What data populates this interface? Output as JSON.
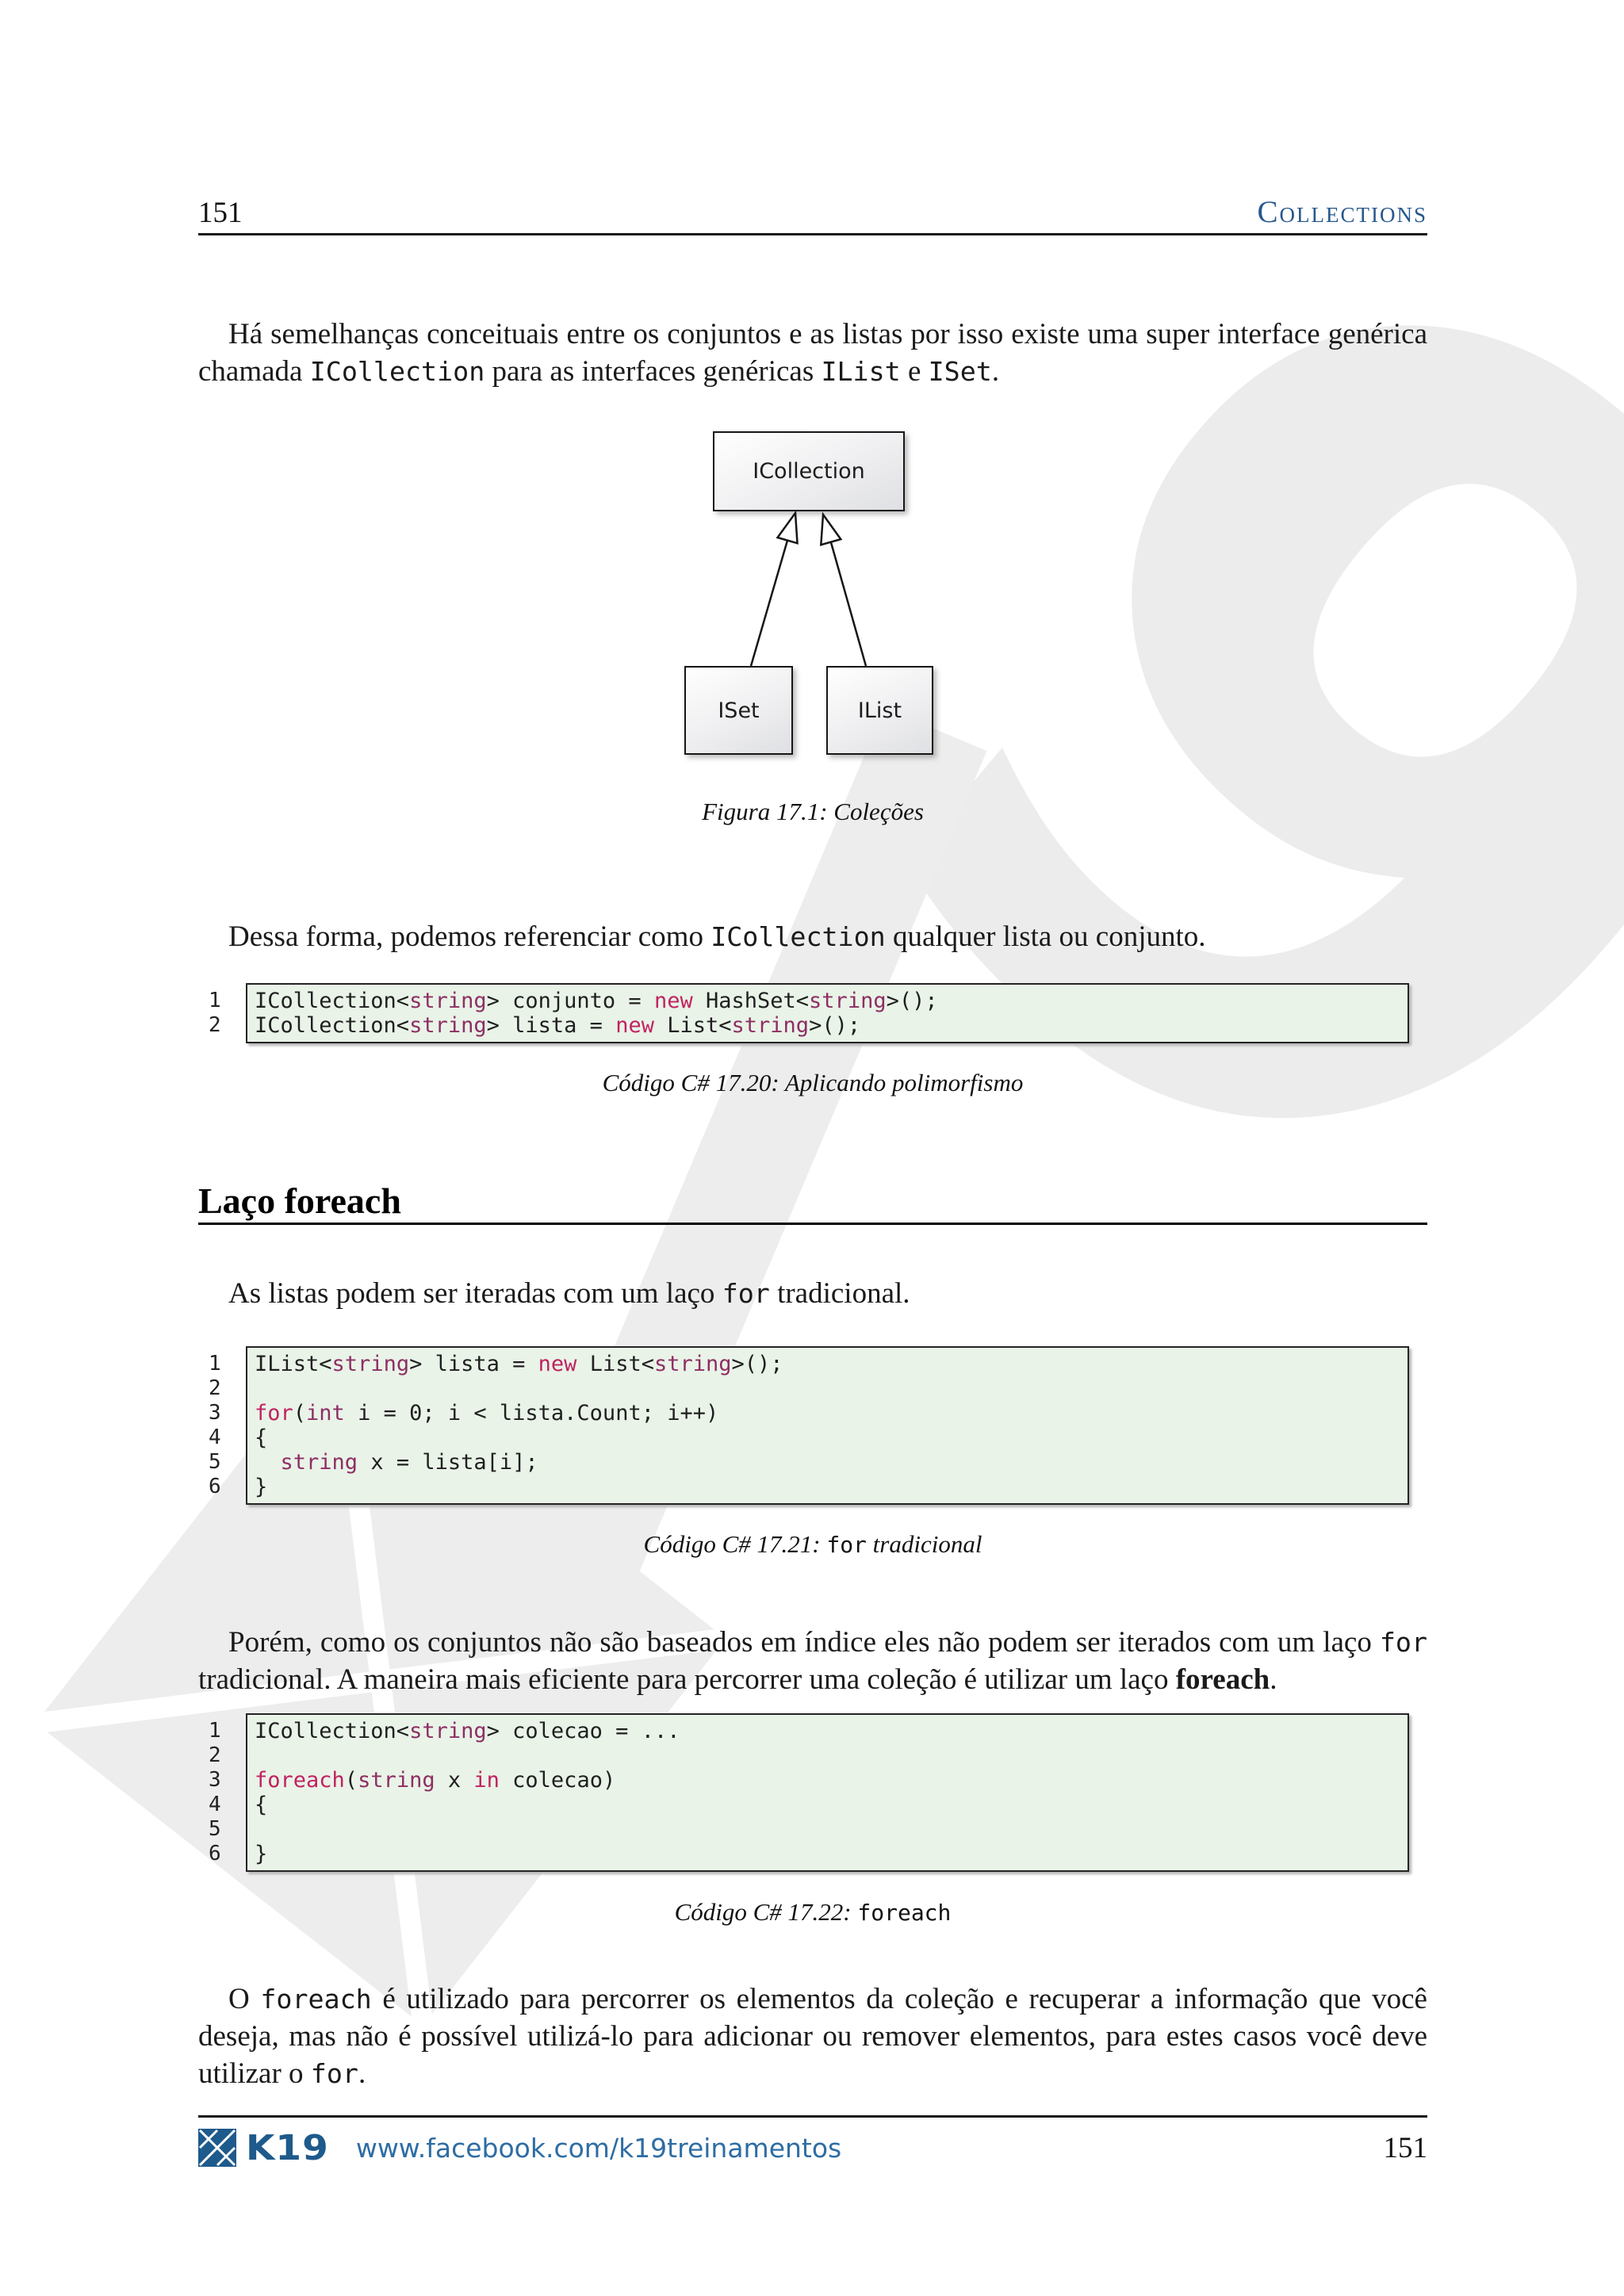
{
  "header": {
    "page_number": "151",
    "chapter_title": "Collections"
  },
  "paragraphs": {
    "p1": [
      {
        "t": "Há semelhanças conceituais entre os conjuntos e as listas por isso existe uma super interface genérica chamada "
      },
      {
        "t": "ICollection",
        "s": "mono"
      },
      {
        "t": " para as interfaces genéricas "
      },
      {
        "t": "IList",
        "s": "mono"
      },
      {
        "t": " e "
      },
      {
        "t": "ISet",
        "s": "mono"
      },
      {
        "t": "."
      }
    ],
    "p2": [
      {
        "t": "Dessa forma, podemos referenciar como "
      },
      {
        "t": "ICollection",
        "s": "mono"
      },
      {
        "t": " qualquer lista ou conjunto."
      }
    ],
    "p3": [
      {
        "t": "As listas podem ser iteradas com um laço "
      },
      {
        "t": "for",
        "s": "mono"
      },
      {
        "t": " tradicional."
      }
    ],
    "p4": [
      {
        "t": "Porém, como os conjuntos não são baseados em índice eles não podem ser iterados com um laço "
      },
      {
        "t": "for",
        "s": "mono"
      },
      {
        "t": " tradicional. A maneira mais eficiente para percorrer uma coleção é utilizar um laço "
      },
      {
        "t": "foreach",
        "s": "bold"
      },
      {
        "t": "."
      }
    ],
    "p5": [
      {
        "t": "O "
      },
      {
        "t": "foreach",
        "s": "mono"
      },
      {
        "t": " é utilizado para percorrer os elementos da coleção e recuperar a informação que você deseja, mas não é possível utilizá-lo para adicionar ou remover elementos, para estes casos você deve utilizar o "
      },
      {
        "t": "for",
        "s": "mono"
      },
      {
        "t": "."
      }
    ]
  },
  "figure": {
    "nodes": {
      "parent": "ICollection",
      "left": "ISet",
      "right": "IList"
    },
    "caption": [
      {
        "t": "Figura 17.1: Coleções"
      }
    ]
  },
  "section": {
    "title": "Laço foreach"
  },
  "code_blocks": [
    {
      "caption": [
        {
          "t": "Código C# 17.20: Aplicando polimorfismo"
        }
      ],
      "lines": [
        {
          "no": "1",
          "tokens": [
            {
              "t": "ICollection<"
            },
            {
              "t": "string",
              "s": "type"
            },
            {
              "t": "> conjunto = "
            },
            {
              "t": "new",
              "s": "kw"
            },
            {
              "t": " HashSet<"
            },
            {
              "t": "string",
              "s": "type"
            },
            {
              "t": ">();"
            }
          ]
        },
        {
          "no": "2",
          "tokens": [
            {
              "t": "ICollection<"
            },
            {
              "t": "string",
              "s": "type"
            },
            {
              "t": "> lista = "
            },
            {
              "t": "new",
              "s": "kw"
            },
            {
              "t": " List<"
            },
            {
              "t": "string",
              "s": "type"
            },
            {
              "t": ">();"
            }
          ]
        }
      ]
    },
    {
      "caption": [
        {
          "t": "Código C# 17.21: "
        },
        {
          "t": "for",
          "s": "mono"
        },
        {
          "t": " tradicional"
        }
      ],
      "lines": [
        {
          "no": "1",
          "tokens": [
            {
              "t": "IList<"
            },
            {
              "t": "string",
              "s": "type"
            },
            {
              "t": "> lista = "
            },
            {
              "t": "new",
              "s": "kw"
            },
            {
              "t": " List<"
            },
            {
              "t": "string",
              "s": "type"
            },
            {
              "t": ">();"
            }
          ]
        },
        {
          "no": "2",
          "tokens": []
        },
        {
          "no": "3",
          "tokens": [
            {
              "t": "for",
              "s": "kw"
            },
            {
              "t": "("
            },
            {
              "t": "int",
              "s": "type"
            },
            {
              "t": " i = 0; i < lista.Count; i++)"
            }
          ]
        },
        {
          "no": "4",
          "tokens": [
            {
              "t": "{"
            }
          ]
        },
        {
          "no": "5",
          "tokens": [
            {
              "t": "  "
            },
            {
              "t": "string",
              "s": "type"
            },
            {
              "t": " x = lista[i];"
            }
          ]
        },
        {
          "no": "6",
          "tokens": [
            {
              "t": "}"
            }
          ]
        }
      ]
    },
    {
      "caption": [
        {
          "t": "Código C# 17.22: "
        },
        {
          "t": "foreach",
          "s": "mono"
        }
      ],
      "lines": [
        {
          "no": "1",
          "tokens": [
            {
              "t": "ICollection<"
            },
            {
              "t": "string",
              "s": "type"
            },
            {
              "t": "> colecao = ..."
            }
          ]
        },
        {
          "no": "2",
          "tokens": []
        },
        {
          "no": "3",
          "tokens": [
            {
              "t": "foreach",
              "s": "kw"
            },
            {
              "t": "("
            },
            {
              "t": "string",
              "s": "type"
            },
            {
              "t": " x "
            },
            {
              "t": "in",
              "s": "kw"
            },
            {
              "t": " colecao)"
            }
          ]
        },
        {
          "no": "4",
          "tokens": [
            {
              "t": "{"
            }
          ]
        },
        {
          "no": "5",
          "tokens": []
        },
        {
          "no": "6",
          "tokens": [
            {
              "t": "}"
            }
          ]
        }
      ]
    }
  ],
  "footer": {
    "logo_text": "K19",
    "url": "www.facebook.com/k19treinamentos",
    "page_number": "151"
  },
  "colors": {
    "chapter_blue": "#27588c",
    "logo_blue": "#1e5a8c",
    "link_blue": "#2e6da4",
    "code_background": "#e9f3e8",
    "code_keyword": "#c02360",
    "code_type": "#8e2f63",
    "watermark_gray": "#ececec"
  }
}
